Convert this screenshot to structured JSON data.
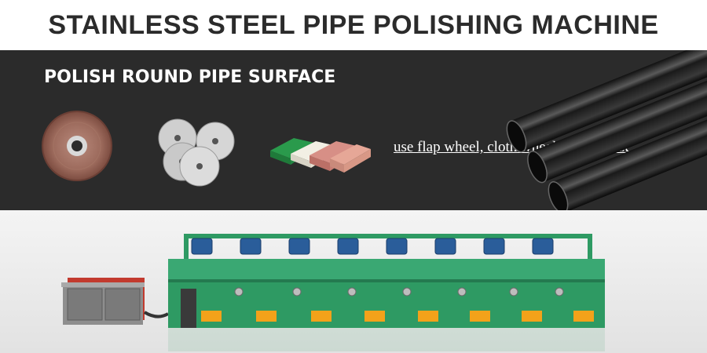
{
  "header": {
    "title": "STAINLESS STEEL PIPE POLISHING MACHINE"
  },
  "banner": {
    "subtitle": "POLISH ROUND PIPE SURFACE",
    "caption": "use flap wheel, cloth wheel, polish wax"
  },
  "icons": {
    "flap_wheel": "flap-wheel-icon",
    "cloth_wheels": "cloth-wheels-icon",
    "polish_wax": "polish-wax-icon",
    "steel_pipes": "steel-pipes-image",
    "machine": "polishing-machine-image"
  },
  "colors": {
    "band": "#2b2b2b",
    "machine_green": "#2e9a63",
    "motor_blue": "#2a5d9a",
    "flap_orange": "#f3a21a",
    "control_red": "#c23a2e"
  }
}
